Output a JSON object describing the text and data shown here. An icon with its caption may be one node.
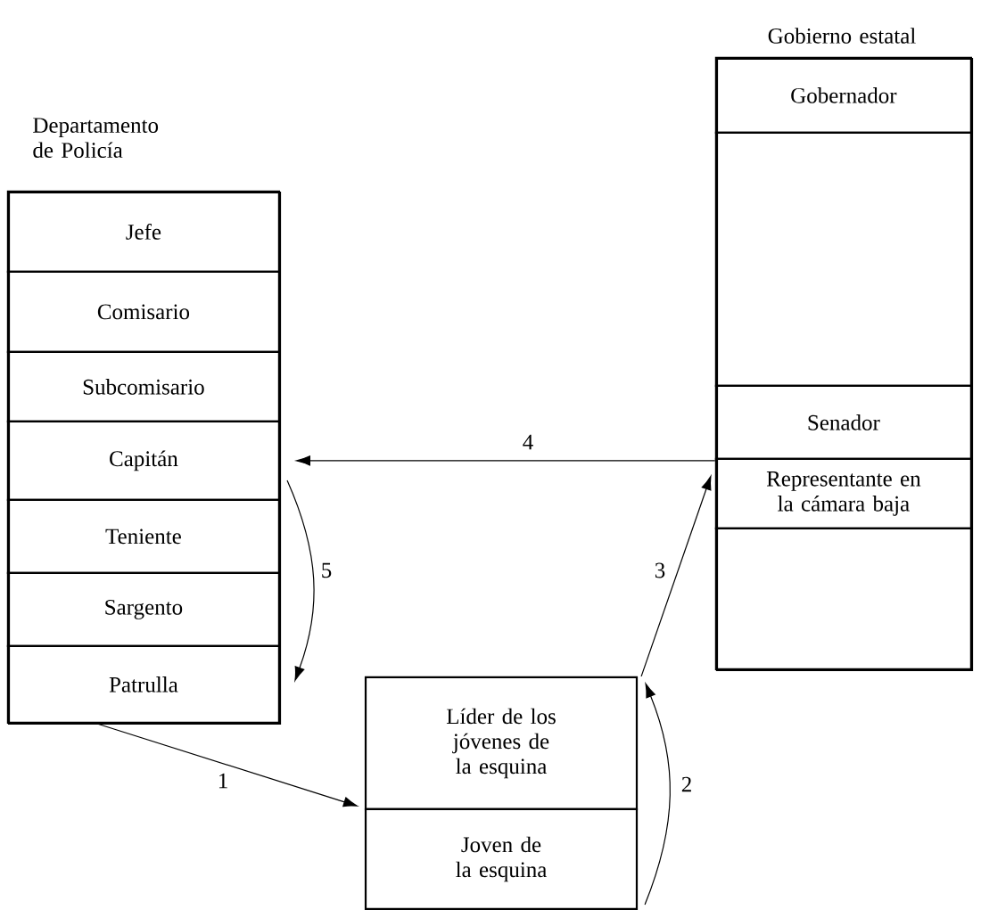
{
  "diagram": {
    "nodes": [
      {
        "text": [
          "Departamento de Policía"
        ]
      },
      {
        "text": [
          "Jefe"
        ],
        "in": 0
      },
      {
        "text": [
          "Comisario"
        ],
        "in": 0
      },
      {
        "text": [
          "Subcomisario"
        ],
        "in": 0
      },
      {
        "text": [
          "Capitán"
        ],
        "in": 0
      },
      {
        "text": [
          "Teniente"
        ],
        "in": 0
      },
      {
        "text": [
          "Sargento"
        ],
        "in": 0
      },
      {
        "text": [
          "Patrulla"
        ],
        "in": 0
      },
      {
        "text": [
          "Gobierno estatal"
        ]
      },
      {
        "text": [
          "Gobernador"
        ],
        "in": 8
      },
      {
        "text": [],
        "shape": "box",
        "in": 8
      },
      {
        "text": [
          "Senador"
        ],
        "in": 8
      },
      {
        "text": [
          "Representante en la cámara baja"
        ],
        "in": 8
      },
      {
        "text": [],
        "shape": "box",
        "in": 8
      },
      {
        "text": [
          "Líder de los jóvenes de la esquina"
        ]
      },
      {
        "text": [
          "Joven de la esquina"
        ]
      }
    ],
    "edges": [
      {
        "from": 7,
        "to": 14,
        "arrow": "to",
        "label": "1"
      },
      {
        "from": 15,
        "to": 14,
        "arrow": "to",
        "label": "2"
      },
      {
        "from": 14,
        "to": 12,
        "arrow": "to",
        "label": "3"
      },
      {
        "from": 12,
        "to": 4,
        "arrow": "to",
        "label": "4"
      },
      {
        "from": 4,
        "to": 7,
        "arrow": "to",
        "label": "5"
      }
    ]
  }
}
